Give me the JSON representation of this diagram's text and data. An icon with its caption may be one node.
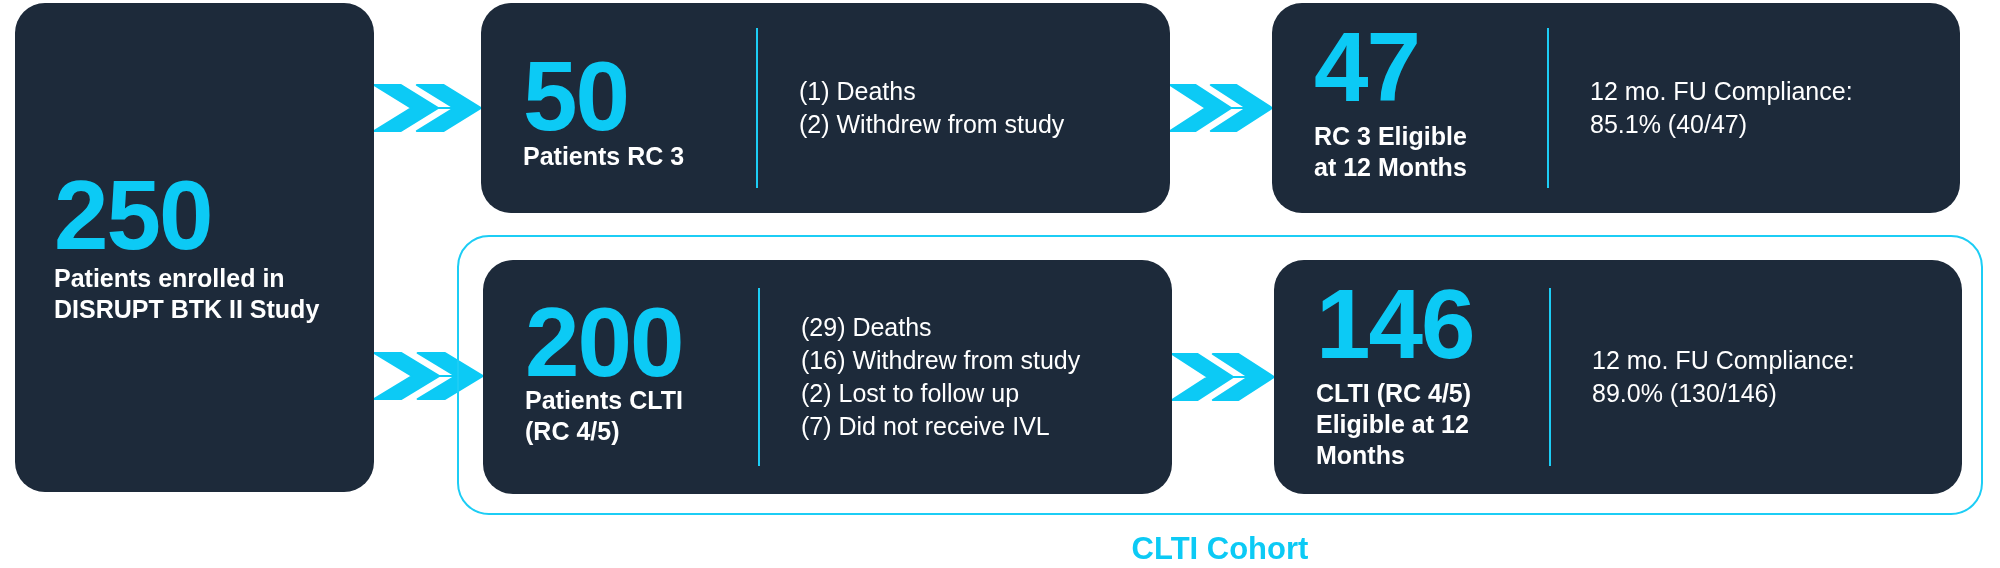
{
  "diagram": {
    "nodes": [
      {
        "text": [
          "250",
          "Patients enrolled in DISRUPT BTK II Study"
        ]
      },
      {
        "text": [
          "50",
          "Patients RC 3",
          "(1) Deaths",
          "(2) Withdrew from study"
        ]
      },
      {
        "text": [
          "47",
          "RC 3 Eligible at 12 Months",
          "12 mo. FU Compliance: 85.1% (40/47)"
        ]
      },
      {
        "text": [
          "CLTI Cohort"
        ]
      },
      {
        "text": [
          "200",
          "Patients CLTI (RC 4/5)",
          "(29) Deaths",
          "(16) Withdrew from study",
          "(2) Lost to follow up",
          "(7) Did not receive IVL"
        ],
        "in": 3
      },
      {
        "text": [
          "146",
          "CLTI (RC 4/5) Eligible at 12 Months",
          "12 mo. FU Compliance: 89.0% (130/146)"
        ],
        "in": 3
      }
    ],
    "edges": [
      {
        "from": 0,
        "to": 1,
        "arrow": "to"
      },
      {
        "from": 0,
        "to": 4,
        "arrow": "to"
      },
      {
        "from": 1,
        "to": 2,
        "arrow": "to"
      },
      {
        "from": 4,
        "to": 5,
        "arrow": "to"
      }
    ]
  }
}
